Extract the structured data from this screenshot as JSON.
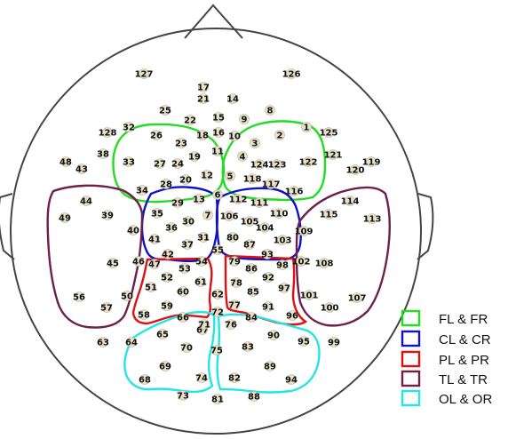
{
  "electrodes": [
    "1",
    "2",
    "3",
    "4",
    "5",
    "6",
    "7",
    "8",
    "9",
    "10",
    "11",
    "12",
    "13",
    "14",
    "15",
    "16",
    "17",
    "18",
    "19",
    "20",
    "21",
    "22",
    "23",
    "24",
    "25",
    "26",
    "27",
    "28",
    "29",
    "30",
    "31",
    "32",
    "33",
    "34",
    "35",
    "36",
    "37",
    "38",
    "39",
    "40",
    "41",
    "42",
    "43",
    "44",
    "45",
    "46",
    "47",
    "48",
    "49",
    "50",
    "51",
    "52",
    "53",
    "54",
    "55",
    "56",
    "57",
    "58",
    "59",
    "60",
    "61",
    "62",
    "63",
    "64",
    "65",
    "66",
    "67",
    "68",
    "69",
    "70",
    "71",
    "72",
    "73",
    "74",
    "75",
    "76",
    "77",
    "78",
    "79",
    "80",
    "81",
    "82",
    "83",
    "84",
    "85",
    "86",
    "87",
    "88",
    "89",
    "90",
    "91",
    "92",
    "93",
    "94",
    "95",
    "96",
    "97",
    "98",
    "99",
    "100",
    "101",
    "102",
    "103",
    "104",
    "105",
    "106",
    "107",
    "108",
    "109",
    "110",
    "111",
    "112",
    "113",
    "114",
    "115",
    "116",
    "117",
    "118",
    "119",
    "120",
    "121",
    "122",
    "123",
    "124",
    "125",
    "126",
    "127",
    "128"
  ],
  "legend": [
    {
      "label": "FL & FR",
      "color": "#22dd22"
    },
    {
      "label": "CL & CR",
      "color": "#1111cc"
    },
    {
      "label": "PL & PR",
      "color": "#dd1111"
    },
    {
      "label": "TL & TR",
      "color": "#6e1f4a"
    },
    {
      "label": "OL & OR",
      "color": "#22e6e6"
    }
  ]
}
